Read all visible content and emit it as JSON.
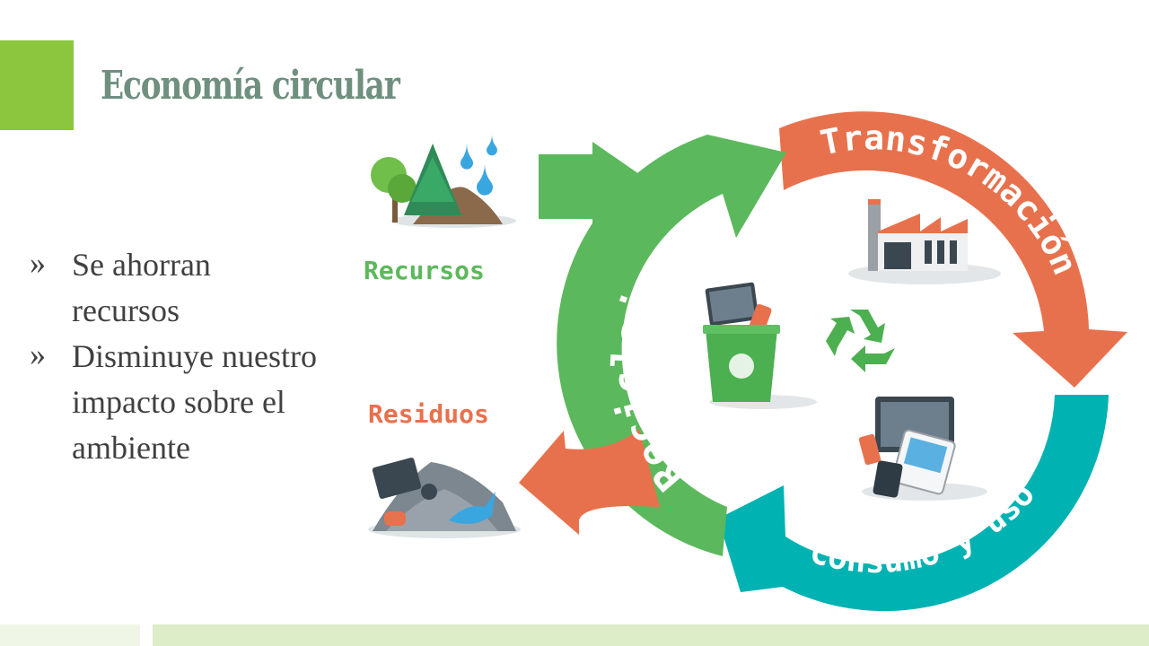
{
  "slide": {
    "title": "Economía circular",
    "bullets": [
      {
        "marker": "»",
        "text": "Se ahorran recursos"
      },
      {
        "marker": "»",
        "text": "Disminuye nuestro impacto sobre el ambiente"
      }
    ]
  },
  "diagram": {
    "cycle_labels": {
      "transformation": "Transformación",
      "consumption": "Consumo y uso",
      "recycling": "Reciclaje"
    },
    "input_label": "Recursos",
    "output_label": "Residuos",
    "icons": [
      "trees-water-icon",
      "factory-icon",
      "recycle-symbol-icon",
      "recycle-bin-icon",
      "devices-icon",
      "waste-pile-icon"
    ]
  },
  "colors": {
    "accent_green": "#8cc63f",
    "title": "#6f8f7f",
    "recycling_green": "#5cb85c",
    "transformation_orange": "#e8714d",
    "consumption_teal": "#00b2b2",
    "footer_light": "#dcedc7"
  }
}
